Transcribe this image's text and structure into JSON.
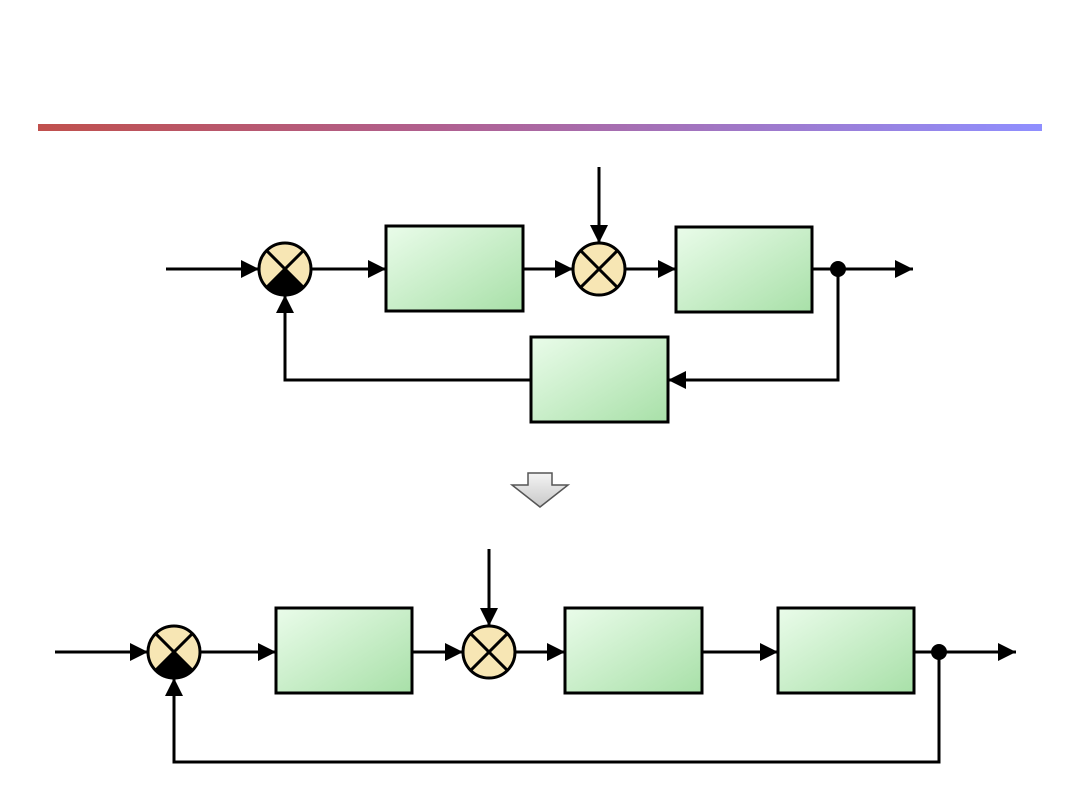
{
  "colors": {
    "title_bar_start": "#c0504d",
    "title_bar_mid": "#b06090",
    "title_bar_end": "#8f8fff",
    "block_fill_light": "#eafcea",
    "block_fill_dark": "#a8e0a8",
    "summer_fill": "#f7e6b4",
    "line": "#000000",
    "transform_arrow_fill": "#e0e0e0"
  },
  "icons": {
    "summer": "summing-junction-icon",
    "transform": "down-arrow-icon"
  },
  "diagram": {
    "top": {
      "blocks": [
        "controller-block",
        "plant-block",
        "feedback-block"
      ],
      "summers": [
        "feedback-summer",
        "disturbance-summer"
      ]
    },
    "bottom": {
      "blocks": [
        "controller-block",
        "plant-block",
        "feedback-block"
      ],
      "summers": [
        "feedback-summer",
        "disturbance-summer"
      ]
    }
  }
}
